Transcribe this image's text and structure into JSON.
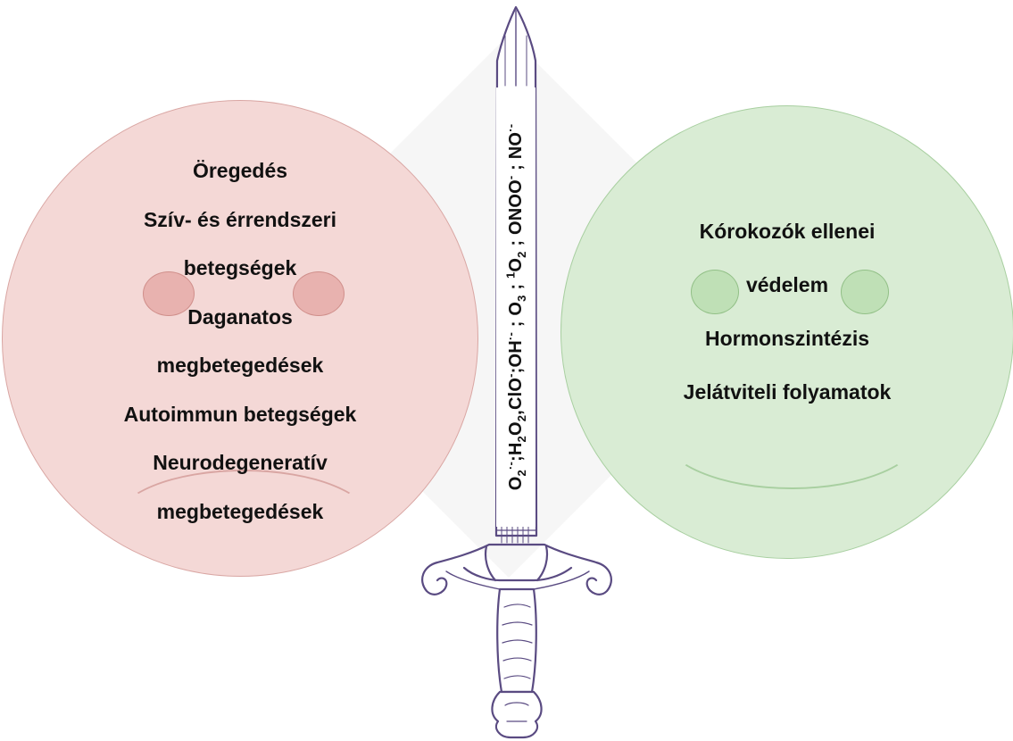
{
  "harms": {
    "items": [
      "Öregedés",
      "Szív- és érrendszeri",
      "betegségek",
      "Daganatos",
      "megbetegedések",
      "Autoimmun betegségek",
      "Neurodegeneratív",
      "megbetegedések"
    ]
  },
  "benefits": {
    "items": [
      "Kórokozók ellenei",
      "védelem",
      "Hormonszintézis",
      "Jelátviteli folyamatok"
    ]
  },
  "formula": {
    "o2_radical": {
      "base": "O",
      "sub": "2",
      "sup": "·-"
    },
    "h2o2": {
      "p1": "H",
      "sub1": "2",
      "p2": "O",
      "sub2": "2"
    },
    "clo": {
      "base": "ClO",
      "sup": "-"
    },
    "oh": {
      "base": "OH",
      "sup": "·-"
    },
    "o3": {
      "base": "O",
      "sub": "3"
    },
    "singlet_o2": {
      "pre": "1",
      "base": "O",
      "sub": "2"
    },
    "onoo": {
      "base": "ONOO",
      "sup": "-"
    },
    "no": {
      "base": "NO",
      "sup": "·-"
    },
    "sep_comma": ",",
    "sep_semicolon": ";",
    "sep_semicolon_spaced": " ; "
  },
  "colors": {
    "sad_face_fill": "#f4d8d6",
    "happy_face_fill": "#d9ecd4",
    "sword_ink": "#5a4b82",
    "background_diamond": "#f6f6f6"
  },
  "icons": [
    "sad-face-icon",
    "happy-face-icon",
    "sword-icon"
  ]
}
